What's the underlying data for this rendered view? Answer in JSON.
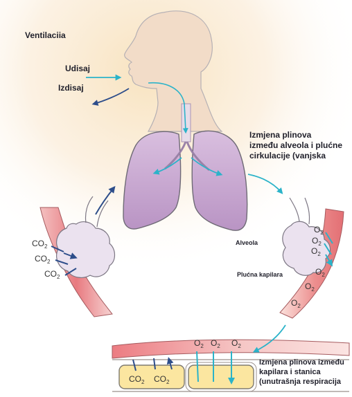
{
  "labels": {
    "ventilation": "Ventilaciia",
    "inhale": "Udisaj",
    "exhale": "Izdisaj",
    "external_line1": "Izmjena plinova",
    "external_line2": "između alveola i plućne",
    "external_line3": "cirkulacije (vanjska",
    "alveola": "Alveola",
    "capillary": "Plućna kapilara",
    "internal_line1": "Izmjena plinova između",
    "internal_line2": "kapilara i stanica",
    "internal_line3": "(unutrašnja respiracija"
  },
  "gases": {
    "co2": "CO",
    "o2": "O",
    "sub": "2"
  },
  "colors": {
    "background_glow": "#f8e3bf",
    "head_fill": "#f2dcc8",
    "lung_fill": "#c9a7d1",
    "vessel_red": "#e9848a",
    "arrow_cyan": "#2bb3c9",
    "arrow_navy": "#2d4d8a",
    "cell_fill": "#fbe6a0"
  }
}
